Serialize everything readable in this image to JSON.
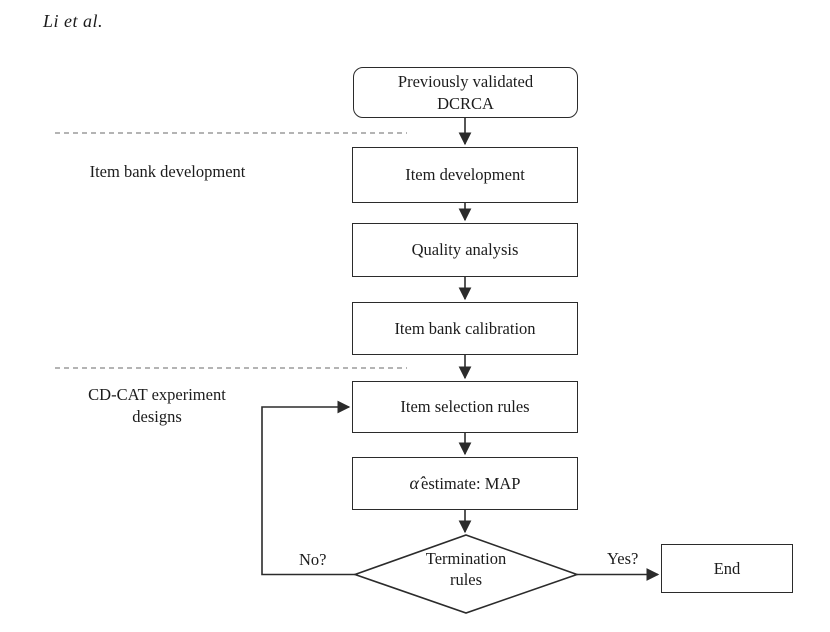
{
  "page": {
    "author_heading": "Li et al."
  },
  "sections": {
    "item_bank_development": {
      "label": "Item bank development"
    },
    "cdcat_experiment": {
      "label": "CD-CAT experiment designs"
    }
  },
  "flowchart": {
    "nodes": {
      "start": {
        "line1": "Previously validated",
        "line2": "DCRCA"
      },
      "item_development": {
        "label": "Item development"
      },
      "quality_analysis": {
        "label": "Quality analysis"
      },
      "item_bank_calibration": {
        "label": "Item bank calibration"
      },
      "item_selection_rules": {
        "label": "Item selection rules"
      },
      "alpha_estimate": {
        "alpha": "α̂",
        "rest": " estimate: MAP"
      },
      "termination": {
        "line1": "Termination",
        "line2": "rules"
      },
      "end": {
        "label": "End"
      }
    },
    "edge_labels": {
      "no": "No?",
      "yes": "Yes?"
    }
  },
  "colors": {
    "line": "#2b2b2b",
    "divider": "#9b9b9b",
    "text": "#1c1c1c",
    "background": "#ffffff"
  }
}
